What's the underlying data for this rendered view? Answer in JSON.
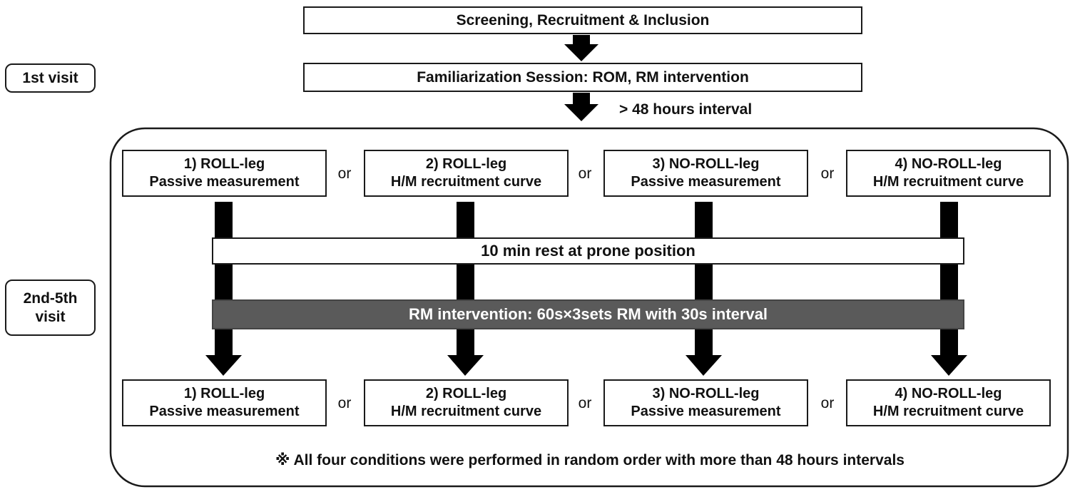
{
  "header": {
    "screening": "Screening, Recruitment & Inclusion",
    "familiarization": "Familiarization Session: ROM,  RM intervention",
    "interval": "> 48 hours interval"
  },
  "visits": {
    "first": "1st visit",
    "second_line1": "2nd-5th",
    "second_line2": "visit"
  },
  "conditions": [
    {
      "line1": "1) ROLL-leg",
      "line2": "Passive measurement"
    },
    {
      "line1": "2) ROLL-leg",
      "line2": "H/M recruitment curve"
    },
    {
      "line1": "3) NO-ROLL-leg",
      "line2": "Passive measurement"
    },
    {
      "line1": "4) NO-ROLL-leg",
      "line2": "H/M recruitment curve"
    }
  ],
  "or_label": "or",
  "rest": "10 min rest at prone position",
  "intervention": "RM intervention: 60s×3sets RM with 30s interval",
  "footnote": "※ All four conditions were performed in random order with more than 48 hours intervals",
  "colors": {
    "intervention_bar": "#5a5a5a",
    "arrows": "#000000"
  }
}
